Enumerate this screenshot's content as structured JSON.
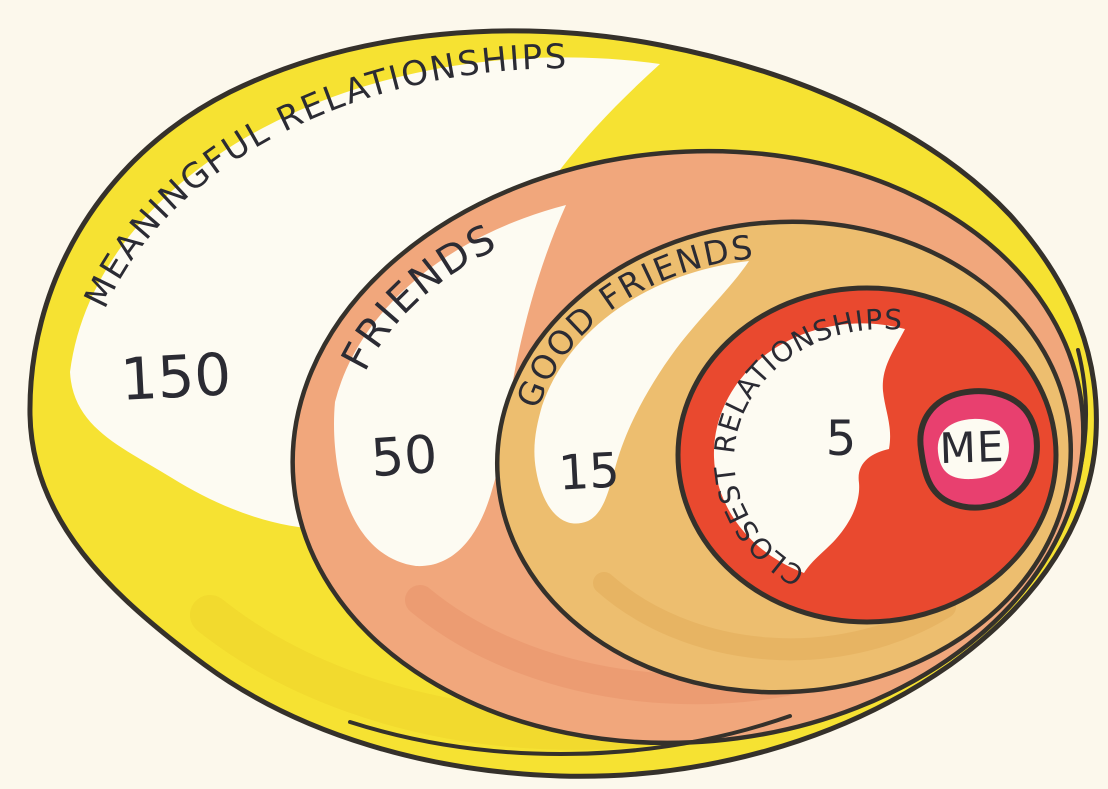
{
  "colors": {
    "background": "#FCF8EC",
    "paper": "#FDFBF2",
    "ink": "#35312B",
    "text": "#2B2B33"
  },
  "rings": [
    {
      "label": "MEANINGFUL RELATIONSHIPS",
      "value": "150",
      "color": "#F6E232"
    },
    {
      "label": "FRIENDS",
      "value": "50",
      "color": "#F1A77C"
    },
    {
      "label": "GOOD FRIENDS",
      "value": "15",
      "color": "#EDBE6F"
    },
    {
      "label": "CLOSEST RELATIONSHIPS",
      "value": "5",
      "color": "#E9492F"
    },
    {
      "label": "ME",
      "value": "",
      "color": "#E8406F"
    }
  ]
}
